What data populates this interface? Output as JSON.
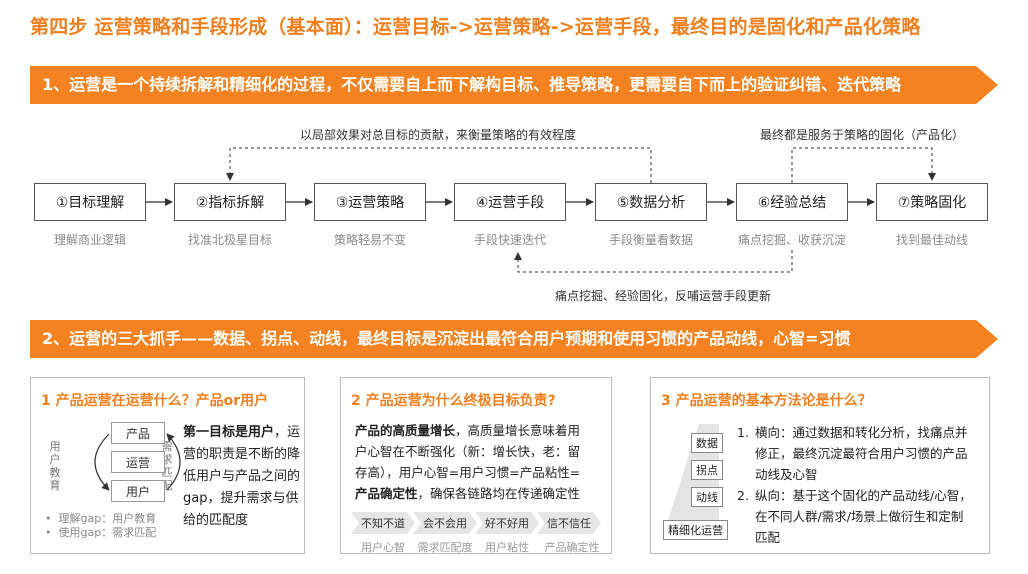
{
  "title": "第四步 运营策略和手段形成（基本面）：运营目标->运营策略->运营手段，最终目的是固化和产品化策略",
  "banner1": "1、运营是一个持续拆解和精细化的过程，不仅需要自上而下解构目标、推导策略，更需要自下而上的验证纠错、迭代策略",
  "banner2": "2、运营的三大抓手——数据、拐点、动线，最终目标是沉淀出最符合用户预期和使用习惯的产品动线，心智=习惯",
  "notes": {
    "top_left": "以局部效果对总目标的贡献，来衡量策略的有效程度",
    "top_right": "最终都是服务于策略的固化（产品化）",
    "bottom": "痛点挖掘、经验固化，反哺运营手段更新"
  },
  "steps": [
    {
      "label": "①目标理解",
      "sub": "理解商业逻辑"
    },
    {
      "label": "②指标拆解",
      "sub": "找准北极星目标"
    },
    {
      "label": "③运营策略",
      "sub": "策略轻易不变"
    },
    {
      "label": "④运营手段",
      "sub": "手段快速迭代"
    },
    {
      "label": "⑤数据分析",
      "sub": "手段衡量看数据"
    },
    {
      "label": "⑥经验总结",
      "sub": "痛点挖掘、收获沉淀"
    },
    {
      "label": "⑦策略固化",
      "sub": "找到最佳动线"
    }
  ],
  "panel1": {
    "title": "1 产品运营在运营什么？产品or用户",
    "boxes": [
      "产品",
      "运营",
      "用户"
    ],
    "left_vertical": "用户教育",
    "right_vertical": "需求匹配",
    "bullets": [
      "理解gap：用户教育",
      "使用gap：需求匹配"
    ],
    "text_bold": "第一目标是用户",
    "text_rest": "，运营的职责是不断的降低用户与产品之间的gap，提升需求与供给的匹配度"
  },
  "panel2": {
    "title": "2 产品运营为什么终极目标负责?",
    "bold1": "产品的高质量增长",
    "text1": "，高质量增长意味着用户心智在不断强化（新：增长快，老：留存高），用户心智=用户习惯=产品粘性=",
    "bold2": "产品确定性",
    "text2": "，确保各链路均在传递确定性",
    "chevrons": [
      "不知不道",
      "会不会用",
      "好不好用",
      "信不信任"
    ],
    "chevron_subs": [
      "用户心智",
      "需求匹配度",
      "用户粘性",
      "产品确定性"
    ]
  },
  "panel3": {
    "title": "3 产品运营的基本方法论是什么？",
    "pyramid": [
      "数据",
      "拐点",
      "动线",
      "精细化运营"
    ],
    "items": [
      {
        "num": "1.",
        "text": "横向：通过数据和转化分析，找痛点并修正，最终沉淀最符合用户习惯的产品动线及心智"
      },
      {
        "num": "2.",
        "text": "纵向：基于这个固化的产品动线/心智，在不同人群/需求/场景上做衍生和定制匹配"
      }
    ]
  },
  "colors": {
    "accent": "#f58220",
    "title": "#f07f1e"
  }
}
